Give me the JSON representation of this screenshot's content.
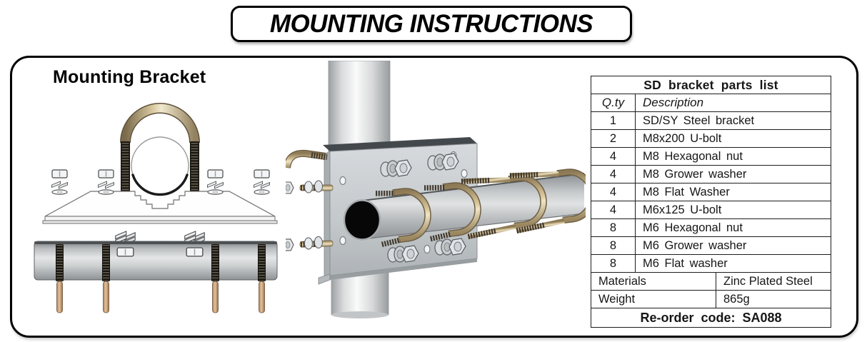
{
  "page": {
    "title": "MOUNTING INSTRUCTIONS"
  },
  "content": {
    "heading": "Mounting Bracket"
  },
  "illustrations": {
    "exploded_view": "Exploded side view: U-bolt, hex nuts, grower and flat washers, stepped steel bracket and boom pipe with bolts",
    "assembled_view": "3D view: bracket plate on vertical pole with horizontal boom pipe secured by U-bolts"
  },
  "parts_table": {
    "title": "SD bracket parts list",
    "col_qty": "Q.ty",
    "col_description": "Description",
    "rows": [
      {
        "qty": "1",
        "description": "SD/SY Steel bracket"
      },
      {
        "qty": "2",
        "description": "M8x200 U-bolt"
      },
      {
        "qty": "4",
        "description": "M8 Hexagonal nut"
      },
      {
        "qty": "4",
        "description": "M8 Grower washer"
      },
      {
        "qty": "4",
        "description": "M8 Flat Washer"
      },
      {
        "qty": "4",
        "description": "M6x125 U-bolt"
      },
      {
        "qty": "8",
        "description": "M6 Hexagonal nut"
      },
      {
        "qty": "8",
        "description": "M6 Grower washer"
      },
      {
        "qty": "8",
        "description": "M6 Flat washer"
      }
    ],
    "materials_label": "Materials",
    "materials_value": "Zinc Plated Steel",
    "weight_label": "Weight",
    "weight_value": "865g",
    "reorder_code": "Re-order code: SA088"
  },
  "colors": {
    "border_black": "#000000",
    "brass": "#c3b28a",
    "thread_dark": "#3c352b",
    "steel_gray": "#c6cbce",
    "pipe_gray": "#b5b8ba"
  }
}
